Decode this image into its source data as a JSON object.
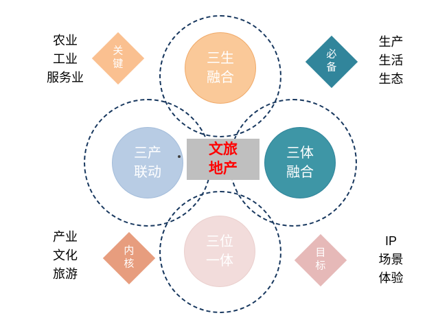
{
  "center_box": {
    "text": "文旅\n地产"
  },
  "circles": {
    "top": {
      "text": "三生\n融合"
    },
    "left": {
      "text": "三产\n联动"
    },
    "right": {
      "text": "三体\n融合"
    },
    "bottom": {
      "text": "三位\n一体"
    }
  },
  "diamonds": {
    "top_left": {
      "text": "关\n键"
    },
    "top_right": {
      "text": "必\n备"
    },
    "bottom_left": {
      "text": "内\n核"
    },
    "bottom_right": {
      "text": "目\n标"
    }
  },
  "corner_labels": {
    "top_left": {
      "text": "农业\n工业\n服务业"
    },
    "top_right": {
      "text": "生产\n生活\n生态"
    },
    "bottom_left": {
      "text": "产业\n文化\n旅游"
    },
    "bottom_right": {
      "text": "IP\n场景\n体验"
    }
  },
  "colors": {
    "dashed_outline": "#17375E",
    "circle_top": "#FAC999",
    "circle_left": "#B8CCE4",
    "circle_right": "#3E96A6",
    "circle_bottom": "#F2DCDB",
    "center_bg": "#BFBFBF",
    "center_text": "#FF0000",
    "diamond_key": "#FAC090",
    "diamond_required": "#31859B",
    "diamond_core": "#E79D7E",
    "diamond_goal": "#E6B9B8"
  }
}
